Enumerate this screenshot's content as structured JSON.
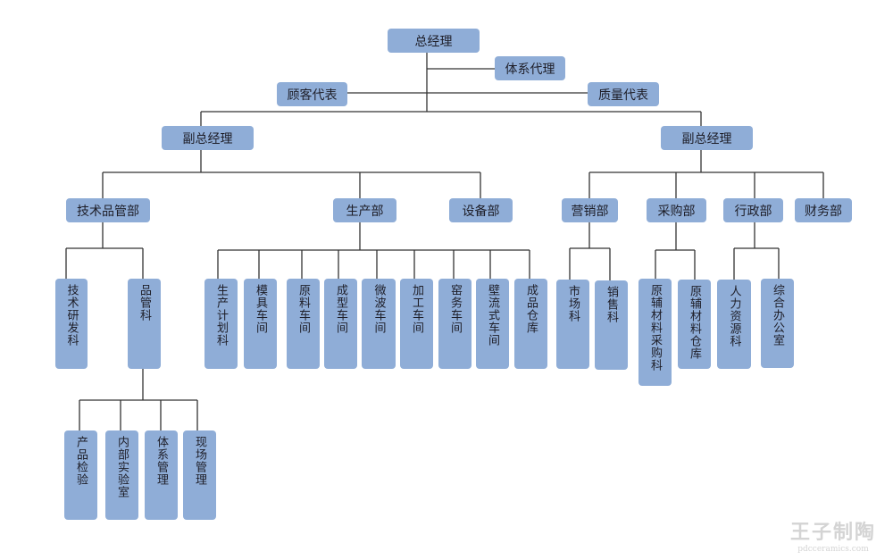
{
  "top": {
    "gm": "总经理",
    "system_agent": "体系代理",
    "customer_rep": "顾客代表",
    "quality_rep": "质量代表"
  },
  "left": {
    "vgm": "副总经理",
    "depts": [
      "技术品管部",
      "生产部",
      "设备部"
    ],
    "tech_children": [
      "技术研发科",
      "品管科"
    ],
    "qc_children": [
      "产品检验",
      "内部实验室",
      "体系管理",
      "现场管理"
    ],
    "prod_children": [
      "生产计划科",
      "模具车间",
      "原料车间",
      "成型车间",
      "微波车间",
      "加工车间",
      "窑务车间",
      "壁流式车间",
      "成品仓库"
    ]
  },
  "right": {
    "vgm": "副总经理",
    "depts": [
      "营销部",
      "采购部",
      "行政部",
      "财务部"
    ],
    "sales_children": [
      "市场科",
      "销售科"
    ],
    "purchase_children": [
      "原辅材料采购科",
      "原辅材料仓库"
    ],
    "admin_children": [
      "人力资源科",
      "综合办公室"
    ]
  },
  "watermark": {
    "logo": "王子制陶",
    "url": "pdcceramics.com"
  },
  "colors": {
    "box": "#8fadd7",
    "line": "#333333"
  }
}
